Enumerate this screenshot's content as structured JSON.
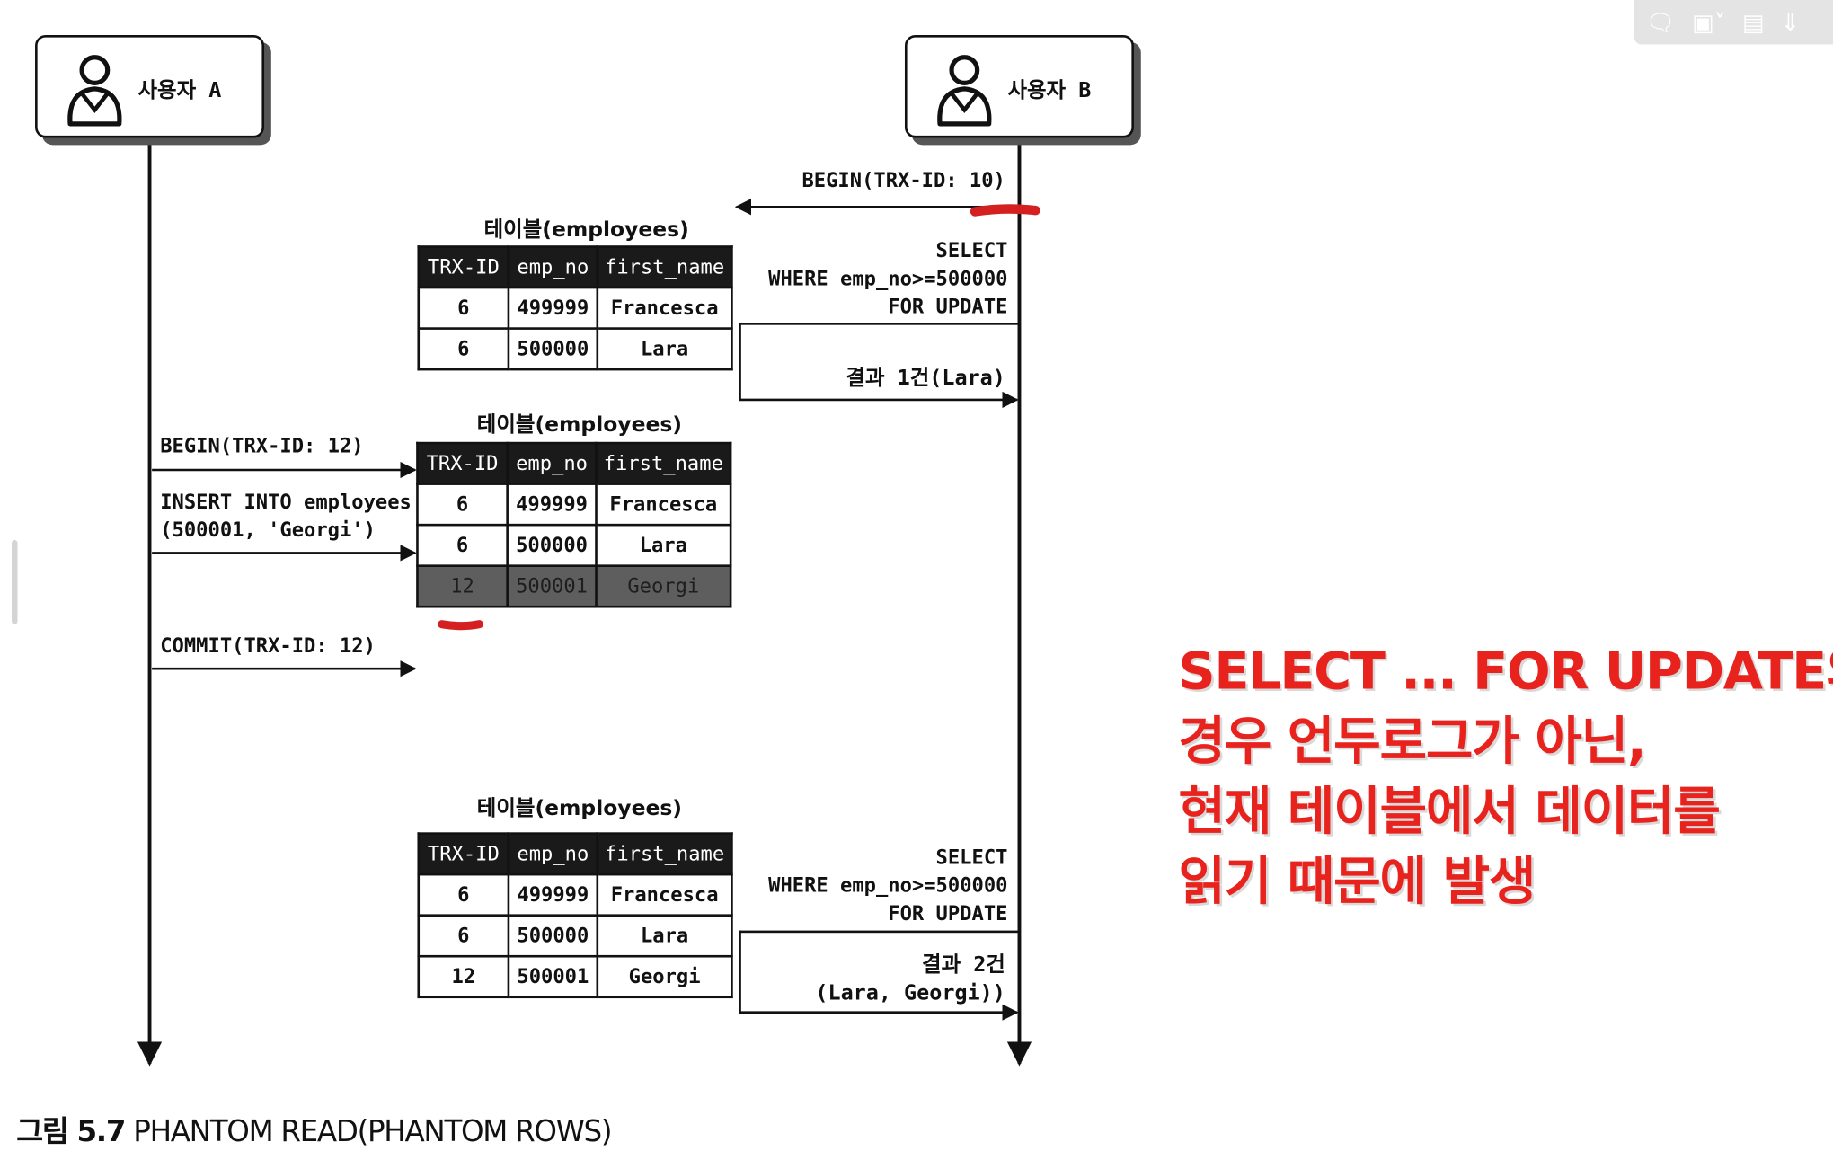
{
  "actors": {
    "a": {
      "label": "사용자 A"
    },
    "b": {
      "label": "사용자 B"
    }
  },
  "messages": {
    "b_begin": "BEGIN(TRX-ID: 10)",
    "b_select1": [
      "SELECT",
      "WHERE emp_no>=500000",
      "FOR UPDATE"
    ],
    "b_result1": "결과 1건(Lara)",
    "a_begin": "BEGIN(TRX-ID: 12)",
    "a_insert": [
      "INSERT INTO employees",
      "(500001, 'Georgi')"
    ],
    "a_commit": "COMMIT(TRX-ID: 12)",
    "b_select2": [
      "SELECT",
      "WHERE emp_no>=500000",
      "FOR UPDATE"
    ],
    "b_result2": [
      "결과 2건",
      "(Lara, Georgi))"
    ]
  },
  "tables": {
    "caption": "테이블(employees)",
    "headers": [
      "TRX-ID",
      "emp_no",
      "first_name"
    ],
    "t1": [
      [
        "6",
        "499999",
        "Francesca"
      ],
      [
        "6",
        "500000",
        "Lara"
      ]
    ],
    "t2": [
      [
        "6",
        "499999",
        "Francesca"
      ],
      [
        "6",
        "500000",
        "Lara"
      ],
      [
        "12",
        "500001",
        "Georgi"
      ]
    ],
    "t3": [
      [
        "6",
        "499999",
        "Francesca"
      ],
      [
        "6",
        "500000",
        "Lara"
      ],
      [
        "12",
        "500001",
        "Georgi"
      ]
    ]
  },
  "note": [
    "SELECT ... FOR UPDATE의",
    "경우 언두로그가 아닌,",
    "현재 테이블에서 데이터를",
    "읽기 때문에 발생"
  ],
  "caption": {
    "prefix": "그림 5.7",
    "text": "PHANTOM READ(PHANTOM ROWS)"
  },
  "colors": {
    "annotation": "#e8231e",
    "highlight_row": "#5e5e5e",
    "header_bg": "#1a1a1a"
  },
  "toolbar": {
    "icons": [
      "comment-icon",
      "frame-icon",
      "sidebar-icon",
      "download-icon"
    ]
  }
}
